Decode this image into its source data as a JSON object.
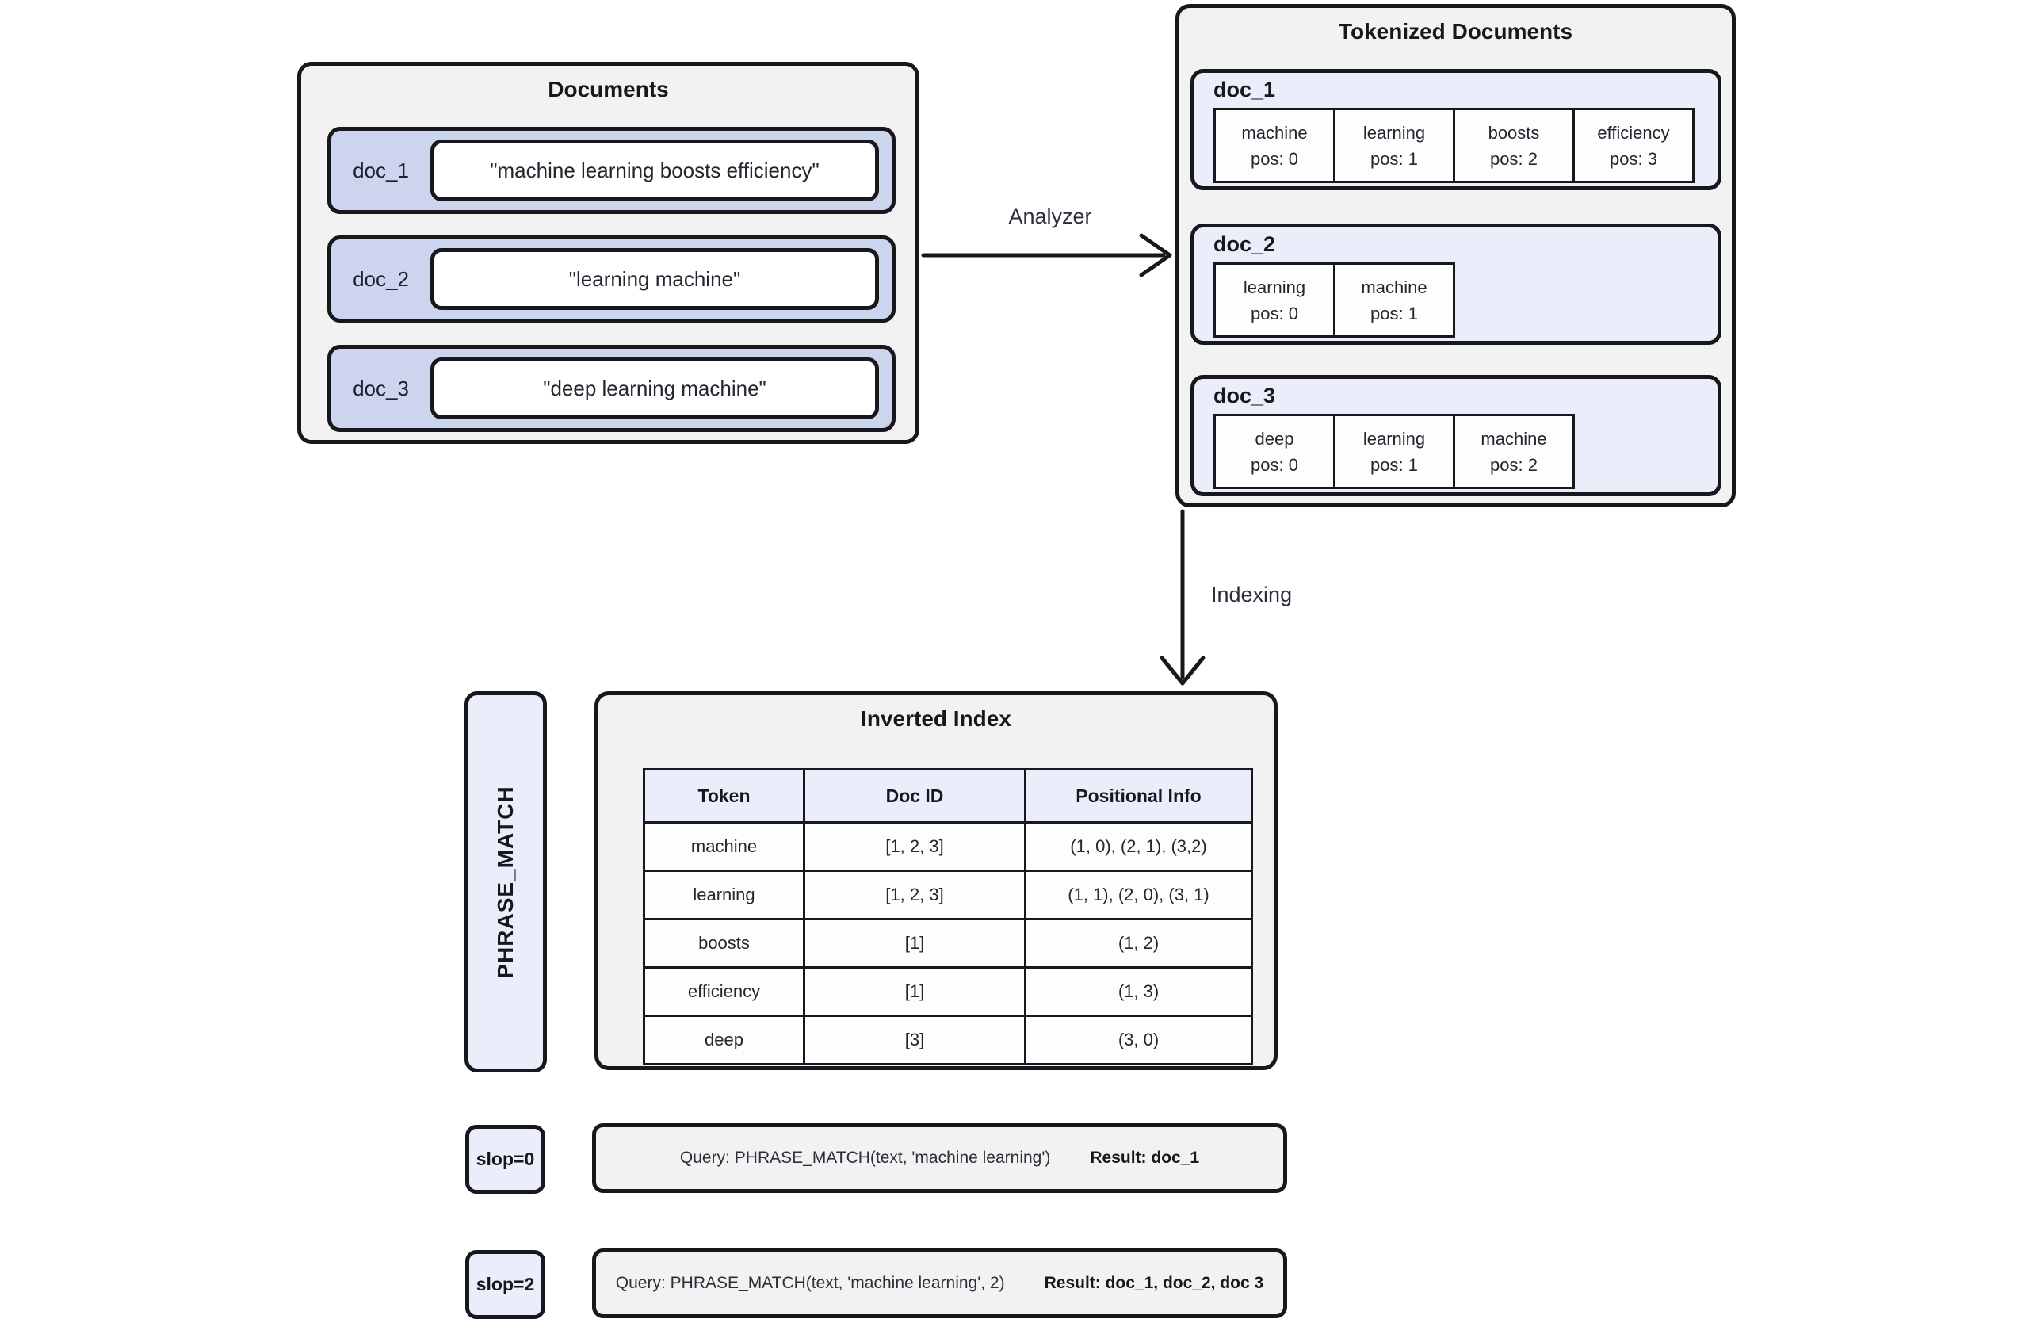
{
  "colors": {
    "background": "#ffffff",
    "panel_fill": "#f2f2f3",
    "doc_row_fill": "#ccd4ee",
    "light_blue_fill": "#e9eefa",
    "border_ink": "#16181d"
  },
  "documents": {
    "title": "Documents",
    "rows": [
      {
        "label": "doc_1",
        "text": "\"machine learning boosts efficiency\""
      },
      {
        "label": "doc_2",
        "text": "\"learning machine\""
      },
      {
        "label": "doc_3",
        "text": "\"deep learning machine\""
      }
    ]
  },
  "flow": {
    "analyzer_label": "Analyzer",
    "indexing_label": "Indexing"
  },
  "tokenized": {
    "title": "Tokenized Documents",
    "docs": [
      {
        "label": "doc_1",
        "tokens": [
          {
            "term": "machine",
            "pos": "pos: 0"
          },
          {
            "term": "learning",
            "pos": "pos: 1"
          },
          {
            "term": "boosts",
            "pos": "pos: 2"
          },
          {
            "term": "efficiency",
            "pos": "pos: 3"
          }
        ]
      },
      {
        "label": "doc_2",
        "tokens": [
          {
            "term": "learning",
            "pos": "pos: 0"
          },
          {
            "term": "machine",
            "pos": "pos: 1"
          }
        ]
      },
      {
        "label": "doc_3",
        "tokens": [
          {
            "term": "deep",
            "pos": "pos: 0"
          },
          {
            "term": "learning",
            "pos": "pos: 1"
          },
          {
            "term": "machine",
            "pos": "pos: 2"
          }
        ]
      }
    ]
  },
  "phrase_match_label": "PHRASE_MATCH",
  "inverted_index": {
    "title": "Inverted Index",
    "columns": [
      "Token",
      "Doc ID",
      "Positional Info"
    ],
    "rows": [
      {
        "token": "machine",
        "doc_id": "[1, 2, 3]",
        "positions": "(1, 0), (2, 1), (3,2)"
      },
      {
        "token": "learning",
        "doc_id": "[1, 2, 3]",
        "positions": "(1, 1), (2, 0), (3, 1)"
      },
      {
        "token": "boosts",
        "doc_id": "[1]",
        "positions": "(1, 2)"
      },
      {
        "token": "efficiency",
        "doc_id": "[1]",
        "positions": "(1, 3)"
      },
      {
        "token": "deep",
        "doc_id": "[3]",
        "positions": "(3, 0)"
      }
    ]
  },
  "queries": [
    {
      "slop": "slop=0",
      "query": "Query: PHRASE_MATCH(text, 'machine learning')",
      "result": "Result: doc_1"
    },
    {
      "slop": "slop=2",
      "query": "Query: PHRASE_MATCH(text, 'machine learning', 2)",
      "result": "Result: doc_1, doc_2, doc 3"
    }
  ]
}
